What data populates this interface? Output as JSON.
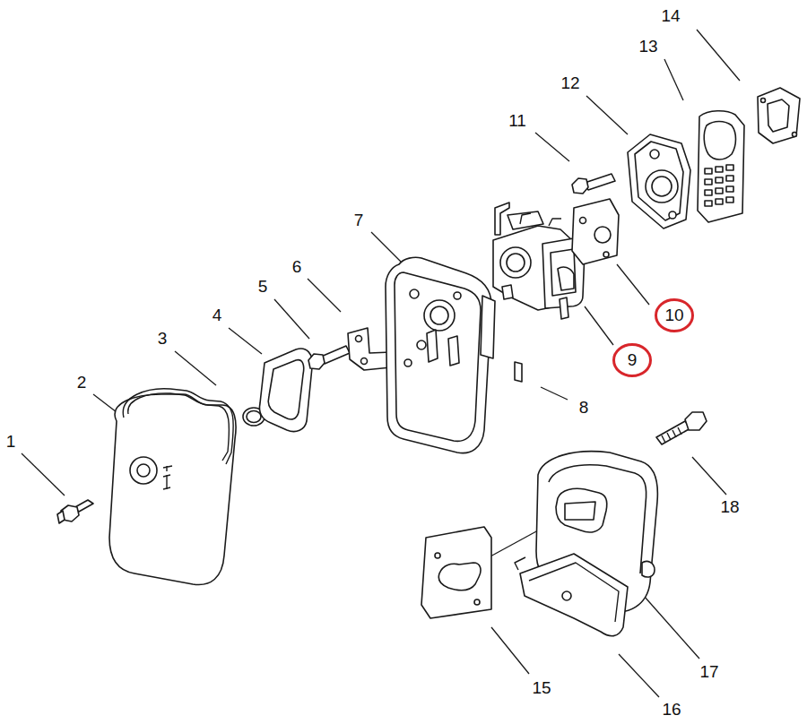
{
  "diagram": {
    "nodes": [
      {
        "text": [
          "10"
        ]
      },
      {
        "text": [
          "9"
        ]
      }
    ],
    "labels": [
      "14",
      "13",
      "12",
      "11",
      "7",
      "6",
      "5",
      "4",
      "3",
      "2",
      "8",
      "1",
      "18",
      "17",
      "15",
      "16"
    ]
  }
}
